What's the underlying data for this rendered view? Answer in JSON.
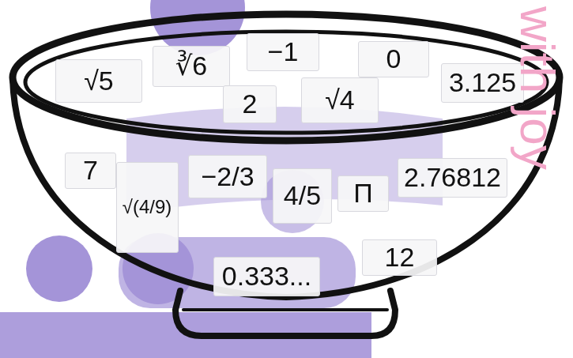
{
  "diagram": {
    "nodes": [
      {
        "text": [
          "√5"
        ]
      },
      {
        "text": [
          "∛6"
        ]
      },
      {
        "text": [
          "−1"
        ]
      },
      {
        "text": [
          "0"
        ]
      },
      {
        "text": [
          "3.125"
        ]
      },
      {
        "text": [
          "2"
        ]
      },
      {
        "text": [
          "√4"
        ]
      },
      {
        "text": [
          "7"
        ]
      },
      {
        "text": [
          "√(4/9)"
        ]
      },
      {
        "text": [
          "−2/3"
        ]
      },
      {
        "text": [
          "4/5"
        ]
      },
      {
        "text": [
          "Π"
        ]
      },
      {
        "text": [
          "2.76812"
        ]
      },
      {
        "text": [
          "12"
        ]
      },
      {
        "text": [
          "0.333..."
        ]
      }
    ],
    "labels": [
      "with joy"
    ]
  }
}
